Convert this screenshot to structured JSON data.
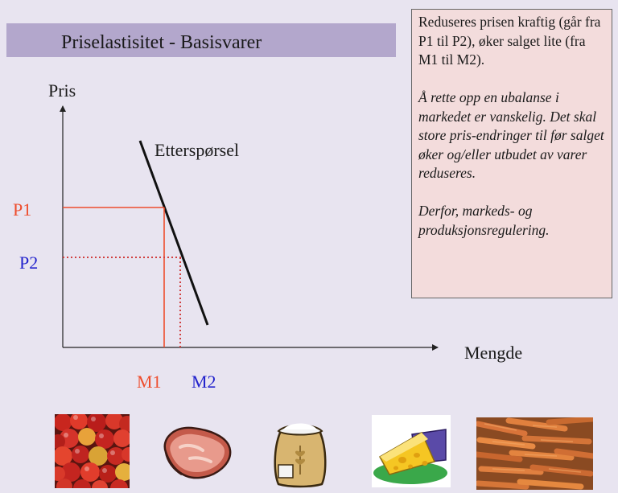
{
  "title": "Priselastisitet - Basisvarer",
  "note": {
    "paragraph1": "Reduseres prisen kraftig (går fra P1 til P2), øker salget lite (fra M1 til M2).",
    "paragraph2": "Å rette opp en ubalanse i markedet er vanskelig. Det skal store pris-endringer til før salget øker og/eller utbudet av varer reduseres.",
    "paragraph3": "Derfor, markeds- og produksjonsregulering."
  },
  "diagram": {
    "y_axis_label": "Pris",
    "x_axis_label": "Mengde",
    "curve_label": "Etterspørsel",
    "p1": "P1",
    "p2": "P2",
    "m1": "M1",
    "m2": "M2"
  },
  "colors": {
    "background": "#e8e4f0",
    "title_bar": "#b3a7cc",
    "note_box": "#f3dcdc",
    "initial_level": "#ee4d2d",
    "new_level": "#2222cc"
  },
  "pictures": [
    {
      "name": "apples"
    },
    {
      "name": "meat"
    },
    {
      "name": "flour-sack"
    },
    {
      "name": "cheese"
    },
    {
      "name": "carrots"
    }
  ]
}
